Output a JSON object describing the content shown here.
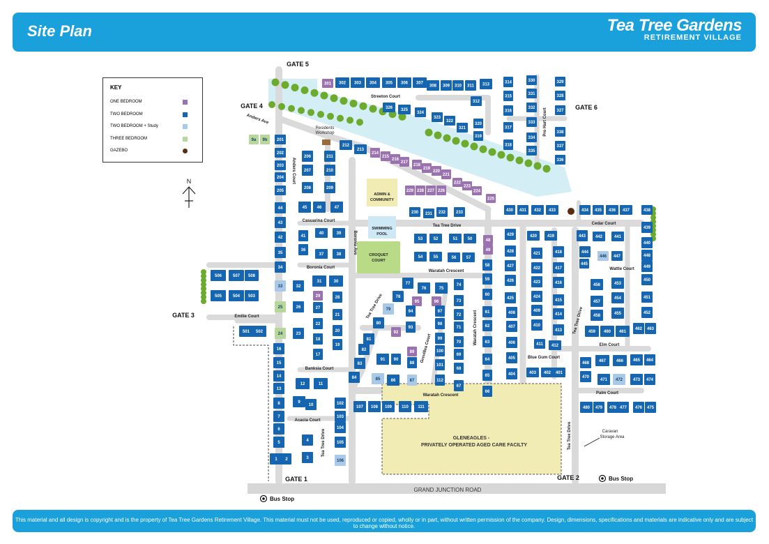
{
  "header": {
    "title": "Site Plan",
    "brand_name": "Tea Tree Gardens",
    "brand_sub": "RETIREMENT VILLAGE"
  },
  "footer": {
    "note": "This material and all design is copyright and is the property of Tea Tree Gardens Retirement Village. This material must not be used, reproduced or copied, wholly or in part, without written permission of the company. Design, dimensions, specifications and materials are indicative only and are subject to change without notice."
  },
  "colors": {
    "brand": "#1aa0db",
    "two_bedroom": "#1565b0",
    "one_bedroom": "#9b72b0",
    "two_bedroom_study": "#a9c9e8",
    "three_bedroom": "#b7d89a",
    "gazebo": "#5a2d12",
    "road": "#dadada",
    "grass": "#6cab2e",
    "water": "#d4eef5",
    "facility": "#f1ecb4"
  },
  "key": {
    "title": "KEY",
    "items": [
      {
        "label": "ONE BEDROOM",
        "type": "one"
      },
      {
        "label": "TWO BEDROOM",
        "type": "two"
      },
      {
        "label": "TWO BEDROOM + Study",
        "type": "study"
      },
      {
        "label": "THREE BEDROOM",
        "type": "three"
      },
      {
        "label": "GAZEBO",
        "type": "gazebo"
      }
    ]
  },
  "north": "N",
  "gates": [
    "GATE 5",
    "GATE 4",
    "GATE 6",
    "GATE 3",
    "GATE 1",
    "GATE 2"
  ],
  "labels": {
    "grand_junction": "GRAND JUNCTION ROAD",
    "bus_stop": "Bus Stop",
    "gleneagles": [
      "GLENEAGLES -",
      "PRIVATELY OPERATED AGED CARE FACILTY"
    ],
    "caravan": [
      "Caravan",
      "Storage Area"
    ],
    "admin": [
      "ADMIN &",
      "COMMUNITY"
    ],
    "pool": [
      "SWIMMING",
      "POOL"
    ],
    "croquet": [
      "CROQUET",
      "COURT"
    ],
    "workshop": [
      "Residents",
      "Workshop"
    ]
  },
  "streets": [
    "Streeton Court",
    "Anders Ave",
    "Anders Court",
    "Casuarina Court",
    "Boronia Ave",
    "Boronia Court",
    "Emilie Court",
    "Banksia Court",
    "Acacia Court",
    "Tea Tree Drive",
    "Tea Tree Drive",
    "Waratah Crescent",
    "Grevillea Court",
    "Waratah Crescent",
    "Waratah Crescent",
    "Tea Tree Drive",
    "Pro Hart Court",
    "Cedar Court",
    "Wattle Court",
    "Tea Tree Drive",
    "Elm Court",
    "Blue Gum Court",
    "Palm Court",
    "Tea Tree Drive"
  ],
  "units": [
    {
      "n": "301",
      "t": "one"
    },
    {
      "n": "302",
      "t": "two"
    },
    {
      "n": "303",
      "t": "two"
    },
    {
      "n": "304",
      "t": "two"
    },
    {
      "n": "305",
      "t": "two"
    },
    {
      "n": "306",
      "t": "two"
    },
    {
      "n": "307",
      "t": "two"
    },
    {
      "n": "308",
      "t": "two"
    },
    {
      "n": "309",
      "t": "two"
    },
    {
      "n": "310",
      "t": "two"
    },
    {
      "n": "311",
      "t": "two"
    },
    {
      "n": "313",
      "t": "two"
    },
    {
      "n": "312",
      "t": "two"
    },
    {
      "n": "326",
      "t": "two"
    },
    {
      "n": "325",
      "t": "two"
    },
    {
      "n": "324",
      "t": "two"
    },
    {
      "n": "323",
      "t": "two"
    },
    {
      "n": "322",
      "t": "two"
    },
    {
      "n": "321",
      "t": "two"
    },
    {
      "n": "320",
      "t": "two"
    },
    {
      "n": "319",
      "t": "two"
    },
    {
      "n": "314",
      "t": "two"
    },
    {
      "n": "315",
      "t": "two"
    },
    {
      "n": "316",
      "t": "two"
    },
    {
      "n": "317",
      "t": "two"
    },
    {
      "n": "318",
      "t": "two"
    },
    {
      "n": "330",
      "t": "two"
    },
    {
      "n": "331",
      "t": "two"
    },
    {
      "n": "332",
      "t": "two"
    },
    {
      "n": "333",
      "t": "two"
    },
    {
      "n": "334",
      "t": "two"
    },
    {
      "n": "335",
      "t": "two"
    },
    {
      "n": "329",
      "t": "two"
    },
    {
      "n": "328",
      "t": "two"
    },
    {
      "n": "327",
      "t": "two"
    },
    {
      "n": "338",
      "t": "two"
    },
    {
      "n": "337",
      "t": "two"
    },
    {
      "n": "336",
      "t": "two"
    },
    {
      "n": "201",
      "t": "two"
    },
    {
      "n": "202",
      "t": "two"
    },
    {
      "n": "203",
      "t": "two"
    },
    {
      "n": "204",
      "t": "two"
    },
    {
      "n": "205",
      "t": "two"
    },
    {
      "n": "206",
      "t": "two"
    },
    {
      "n": "207",
      "t": "two"
    },
    {
      "n": "208",
      "t": "two"
    },
    {
      "n": "211",
      "t": "two"
    },
    {
      "n": "210",
      "t": "two"
    },
    {
      "n": "209",
      "t": "two"
    },
    {
      "n": "212",
      "t": "two"
    },
    {
      "n": "213",
      "t": "two"
    },
    {
      "n": "214",
      "t": "one"
    },
    {
      "n": "215",
      "t": "one"
    },
    {
      "n": "216",
      "t": "one"
    },
    {
      "n": "217",
      "t": "one"
    },
    {
      "n": "218",
      "t": "one"
    },
    {
      "n": "219",
      "t": "one"
    },
    {
      "n": "220",
      "t": "one"
    },
    {
      "n": "221",
      "t": "one"
    },
    {
      "n": "222",
      "t": "one"
    },
    {
      "n": "223",
      "t": "one"
    },
    {
      "n": "224",
      "t": "one"
    },
    {
      "n": "225",
      "t": "one"
    },
    {
      "n": "229",
      "t": "one"
    },
    {
      "n": "228",
      "t": "one"
    },
    {
      "n": "227",
      "t": "one"
    },
    {
      "n": "226",
      "t": "one"
    },
    {
      "n": "9a",
      "t": "three"
    },
    {
      "n": "9b",
      "t": "three"
    },
    {
      "n": "230",
      "t": "two"
    },
    {
      "n": "231",
      "t": "two"
    },
    {
      "n": "232",
      "t": "two"
    },
    {
      "n": "233",
      "t": "two"
    },
    {
      "n": "430",
      "t": "two"
    },
    {
      "n": "431",
      "t": "two"
    },
    {
      "n": "432",
      "t": "two"
    },
    {
      "n": "433",
      "t": "two"
    },
    {
      "n": "434",
      "t": "two"
    },
    {
      "n": "435",
      "t": "two"
    },
    {
      "n": "436",
      "t": "two"
    },
    {
      "n": "437",
      "t": "two"
    },
    {
      "n": "438",
      "t": "two"
    },
    {
      "n": "439",
      "t": "two"
    },
    {
      "n": "440",
      "t": "two"
    },
    {
      "n": "44",
      "t": "two"
    },
    {
      "n": "43",
      "t": "two"
    },
    {
      "n": "42",
      "t": "two"
    },
    {
      "n": "35",
      "t": "two"
    },
    {
      "n": "34",
      "t": "two"
    },
    {
      "n": "45",
      "t": "two"
    },
    {
      "n": "46",
      "t": "two"
    },
    {
      "n": "47",
      "t": "two"
    },
    {
      "n": "41",
      "t": "two"
    },
    {
      "n": "36",
      "t": "two"
    },
    {
      "n": "40",
      "t": "two"
    },
    {
      "n": "39",
      "t": "two"
    },
    {
      "n": "37",
      "t": "two"
    },
    {
      "n": "38",
      "t": "two"
    },
    {
      "n": "53",
      "t": "two"
    },
    {
      "n": "52",
      "t": "two"
    },
    {
      "n": "51",
      "t": "two"
    },
    {
      "n": "50",
      "t": "two"
    },
    {
      "n": "54",
      "t": "two"
    },
    {
      "n": "55",
      "t": "two"
    },
    {
      "n": "56",
      "t": "two"
    },
    {
      "n": "57",
      "t": "two"
    },
    {
      "n": "48",
      "t": "one"
    },
    {
      "n": "49",
      "t": "one"
    },
    {
      "n": "429",
      "t": "two"
    },
    {
      "n": "428",
      "t": "two"
    },
    {
      "n": "427",
      "t": "two"
    },
    {
      "n": "426",
      "t": "two"
    },
    {
      "n": "425",
      "t": "two"
    },
    {
      "n": "420",
      "t": "two"
    },
    {
      "n": "419",
      "t": "two"
    },
    {
      "n": "421",
      "t": "two"
    },
    {
      "n": "422",
      "t": "two"
    },
    {
      "n": "423",
      "t": "two"
    },
    {
      "n": "424",
      "t": "two"
    },
    {
      "n": "418",
      "t": "two"
    },
    {
      "n": "417",
      "t": "two"
    },
    {
      "n": "416",
      "t": "two"
    },
    {
      "n": "415",
      "t": "two"
    },
    {
      "n": "414",
      "t": "two"
    },
    {
      "n": "413",
      "t": "two"
    },
    {
      "n": "443",
      "t": "two"
    },
    {
      "n": "442",
      "t": "two"
    },
    {
      "n": "441",
      "t": "two"
    },
    {
      "n": "444",
      "t": "two"
    },
    {
      "n": "445",
      "t": "two"
    },
    {
      "n": "446",
      "t": "study"
    },
    {
      "n": "447",
      "t": "two"
    },
    {
      "n": "448",
      "t": "two"
    },
    {
      "n": "449",
      "t": "two"
    },
    {
      "n": "450",
      "t": "two"
    },
    {
      "n": "451",
      "t": "two"
    },
    {
      "n": "452",
      "t": "two"
    },
    {
      "n": "456",
      "t": "two"
    },
    {
      "n": "453",
      "t": "two"
    },
    {
      "n": "457",
      "t": "two"
    },
    {
      "n": "454",
      "t": "two"
    },
    {
      "n": "458",
      "t": "two"
    },
    {
      "n": "455",
      "t": "two"
    },
    {
      "n": "459",
      "t": "two"
    },
    {
      "n": "460",
      "t": "two"
    },
    {
      "n": "461",
      "t": "two"
    },
    {
      "n": "462",
      "t": "two"
    },
    {
      "n": "463",
      "t": "two"
    },
    {
      "n": "506",
      "t": "two"
    },
    {
      "n": "507",
      "t": "two"
    },
    {
      "n": "508",
      "t": "two"
    },
    {
      "n": "505",
      "t": "two"
    },
    {
      "n": "504",
      "t": "two"
    },
    {
      "n": "503",
      "t": "two"
    },
    {
      "n": "501",
      "t": "two"
    },
    {
      "n": "502",
      "t": "two"
    },
    {
      "n": "33",
      "t": "study"
    },
    {
      "n": "32",
      "t": "two"
    },
    {
      "n": "31",
      "t": "two"
    },
    {
      "n": "30",
      "t": "two"
    },
    {
      "n": "25",
      "t": "three"
    },
    {
      "n": "26",
      "t": "two"
    },
    {
      "n": "24",
      "t": "three"
    },
    {
      "n": "23",
      "t": "two"
    },
    {
      "n": "29",
      "t": "one"
    },
    {
      "n": "27",
      "t": "two"
    },
    {
      "n": "28",
      "t": "two"
    },
    {
      "n": "22",
      "t": "two"
    },
    {
      "n": "21",
      "t": "two"
    },
    {
      "n": "18",
      "t": "two"
    },
    {
      "n": "20",
      "t": "two"
    },
    {
      "n": "17",
      "t": "two"
    },
    {
      "n": "19",
      "t": "two"
    },
    {
      "n": "77",
      "t": "two"
    },
    {
      "n": "78",
      "t": "two"
    },
    {
      "n": "79",
      "t": "study"
    },
    {
      "n": "80",
      "t": "two"
    },
    {
      "n": "81",
      "t": "two"
    },
    {
      "n": "82",
      "t": "two"
    },
    {
      "n": "83",
      "t": "two"
    },
    {
      "n": "84",
      "t": "two"
    },
    {
      "n": "76",
      "t": "two"
    },
    {
      "n": "75",
      "t": "two"
    },
    {
      "n": "74",
      "t": "two"
    },
    {
      "n": "73",
      "t": "two"
    },
    {
      "n": "72",
      "t": "two"
    },
    {
      "n": "71",
      "t": "two"
    },
    {
      "n": "70",
      "t": "two"
    },
    {
      "n": "69",
      "t": "two"
    },
    {
      "n": "68",
      "t": "two"
    },
    {
      "n": "67",
      "t": "two"
    },
    {
      "n": "95",
      "t": "one"
    },
    {
      "n": "96",
      "t": "one"
    },
    {
      "n": "94",
      "t": "two"
    },
    {
      "n": "97",
      "t": "two"
    },
    {
      "n": "93",
      "t": "two"
    },
    {
      "n": "98",
      "t": "two"
    },
    {
      "n": "92",
      "t": "one"
    },
    {
      "n": "99",
      "t": "two"
    },
    {
      "n": "100",
      "t": "two"
    },
    {
      "n": "101",
      "t": "two"
    },
    {
      "n": "112",
      "t": "two"
    },
    {
      "n": "89",
      "t": "one"
    },
    {
      "n": "88",
      "t": "two"
    },
    {
      "n": "87",
      "t": "study"
    },
    {
      "n": "91",
      "t": "two"
    },
    {
      "n": "90",
      "t": "two"
    },
    {
      "n": "85",
      "t": "study"
    },
    {
      "n": "86",
      "t": "two"
    },
    {
      "n": "58",
      "t": "two"
    },
    {
      "n": "59",
      "t": "two"
    },
    {
      "n": "60",
      "t": "two"
    },
    {
      "n": "61",
      "t": "two"
    },
    {
      "n": "62",
      "t": "two"
    },
    {
      "n": "63",
      "t": "two"
    },
    {
      "n": "64",
      "t": "two"
    },
    {
      "n": "65",
      "t": "two"
    },
    {
      "n": "66",
      "t": "two"
    },
    {
      "n": "408",
      "t": "two"
    },
    {
      "n": "407",
      "t": "two"
    },
    {
      "n": "406",
      "t": "two"
    },
    {
      "n": "405",
      "t": "two"
    },
    {
      "n": "404",
      "t": "two"
    },
    {
      "n": "409",
      "t": "two"
    },
    {
      "n": "410",
      "t": "two"
    },
    {
      "n": "411",
      "t": "two"
    },
    {
      "n": "412",
      "t": "two"
    },
    {
      "n": "403",
      "t": "two"
    },
    {
      "n": "402",
      "t": "two"
    },
    {
      "n": "401",
      "t": "two"
    },
    {
      "n": "468",
      "t": "two"
    },
    {
      "n": "467",
      "t": "two"
    },
    {
      "n": "466",
      "t": "two"
    },
    {
      "n": "465",
      "t": "two"
    },
    {
      "n": "464",
      "t": "two"
    },
    {
      "n": "470",
      "t": "two"
    },
    {
      "n": "471",
      "t": "two"
    },
    {
      "n": "472",
      "t": "study"
    },
    {
      "n": "473",
      "t": "two"
    },
    {
      "n": "474",
      "t": "two"
    },
    {
      "n": "480",
      "t": "two"
    },
    {
      "n": "479",
      "t": "two"
    },
    {
      "n": "478",
      "t": "two"
    },
    {
      "n": "477",
      "t": "two"
    },
    {
      "n": "476",
      "t": "two"
    },
    {
      "n": "475",
      "t": "two"
    },
    {
      "n": "16",
      "t": "two"
    },
    {
      "n": "15",
      "t": "two"
    },
    {
      "n": "14",
      "t": "two"
    },
    {
      "n": "13",
      "t": "two"
    },
    {
      "n": "12",
      "t": "two"
    },
    {
      "n": "11",
      "t": "two"
    },
    {
      "n": "8",
      "t": "two"
    },
    {
      "n": "7",
      "t": "two"
    },
    {
      "n": "9",
      "t": "two"
    },
    {
      "n": "10",
      "t": "two"
    },
    {
      "n": "6",
      "t": "two"
    },
    {
      "n": "5",
      "t": "two"
    },
    {
      "n": "4",
      "t": "two"
    },
    {
      "n": "3",
      "t": "two"
    },
    {
      "n": "1",
      "t": "two"
    },
    {
      "n": "2",
      "t": "two"
    },
    {
      "n": "102",
      "t": "two"
    },
    {
      "n": "103",
      "t": "two"
    },
    {
      "n": "104",
      "t": "two"
    },
    {
      "n": "105",
      "t": "two"
    },
    {
      "n": "106",
      "t": "study"
    },
    {
      "n": "107",
      "t": "two"
    },
    {
      "n": "108",
      "t": "two"
    },
    {
      "n": "109",
      "t": "two"
    },
    {
      "n": "110",
      "t": "two"
    },
    {
      "n": "111",
      "t": "two"
    }
  ]
}
